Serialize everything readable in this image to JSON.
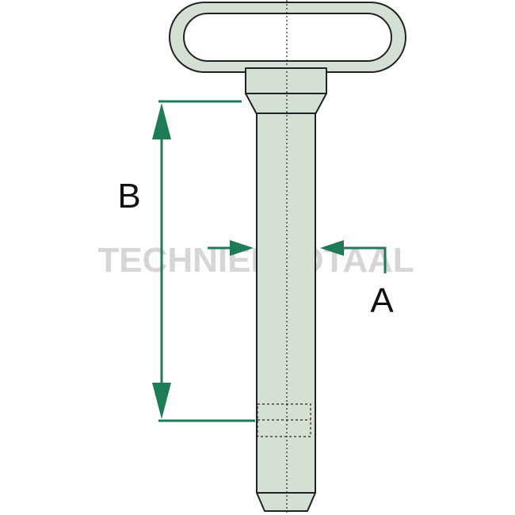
{
  "labels": {
    "diameter": "A",
    "length": "B"
  },
  "watermark": "TECHNIEKTOTAAL",
  "colors": {
    "pin_fill": "#d5e0d4",
    "pin_stroke": "#222222",
    "dimension": "#1e7b55",
    "label": "#111111",
    "background": "#ffffff"
  },
  "icons": {
    "pin": "linch-pin-with-loop-handle",
    "arrows": "dimension-arrow"
  }
}
